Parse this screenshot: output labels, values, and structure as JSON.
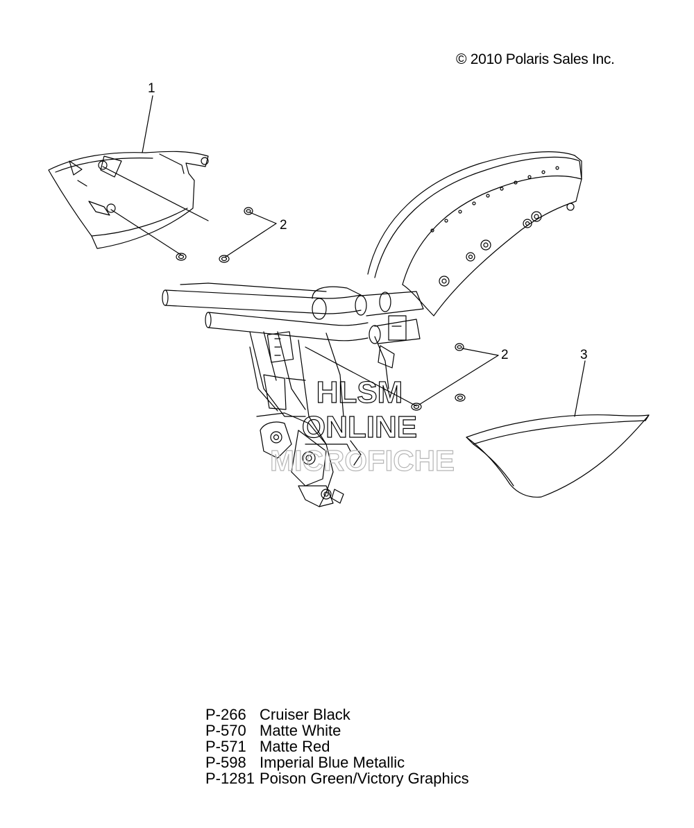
{
  "copyright": "© 2010 Polaris Sales Inc.",
  "callouts": [
    "1",
    "2",
    "2",
    "3"
  ],
  "watermark": {
    "line1": "HLSM",
    "line2": "ONLINE",
    "line3": "MICROFICHE"
  },
  "color_codes": [
    {
      "code": "P-266",
      "name": "Cruiser Black"
    },
    {
      "code": "P-570",
      "name": "Matte White"
    },
    {
      "code": "P-571",
      "name": "Matte Red"
    },
    {
      "code": "P-598",
      "name": "Imperial Blue Metallic"
    },
    {
      "code": "P-1281",
      "name": "Poison Green/Victory Graphics"
    }
  ]
}
